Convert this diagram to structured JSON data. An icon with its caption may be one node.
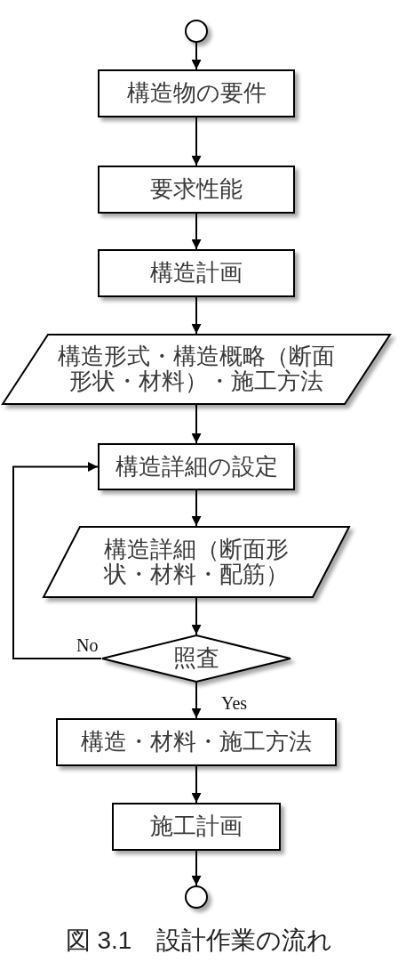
{
  "diagram": {
    "caption": "図 3.1　設計作業の流れ",
    "nodes": [
      {
        "text": [],
        "shape": "circle"
      },
      {
        "text": [
          "構造物の要件"
        ]
      },
      {
        "text": [
          "要求性能"
        ]
      },
      {
        "text": [
          "構造計画"
        ]
      },
      {
        "text": [
          "構造形式・構造概略（断面形状・材料）・施工方法"
        ]
      },
      {
        "text": [
          "構造詳細の設定"
        ]
      },
      {
        "text": [
          "構造詳細（断面形状・材料・配筋）"
        ]
      },
      {
        "text": [
          "照査"
        ]
      },
      {
        "text": [
          "構造・材料・施工方法"
        ]
      },
      {
        "text": [
          "施工計画"
        ]
      },
      {
        "text": [],
        "shape": "circle"
      }
    ],
    "edges": [
      {
        "from": 0,
        "to": 1,
        "arrow": "to"
      },
      {
        "from": 1,
        "to": 2,
        "arrow": "to"
      },
      {
        "from": 2,
        "to": 3,
        "arrow": "to"
      },
      {
        "from": 3,
        "to": 4,
        "arrow": "to"
      },
      {
        "from": 4,
        "to": 5,
        "arrow": "to"
      },
      {
        "from": 5,
        "to": 6,
        "arrow": "to"
      },
      {
        "from": 6,
        "to": 7,
        "arrow": "to"
      },
      {
        "from": 7,
        "to": 5,
        "arrow": "to",
        "label": "No"
      },
      {
        "from": 7,
        "to": 8,
        "arrow": "to",
        "label": "Yes"
      },
      {
        "from": 8,
        "to": 9,
        "arrow": "to"
      },
      {
        "from": 9,
        "to": 10,
        "arrow": "to"
      }
    ]
  }
}
